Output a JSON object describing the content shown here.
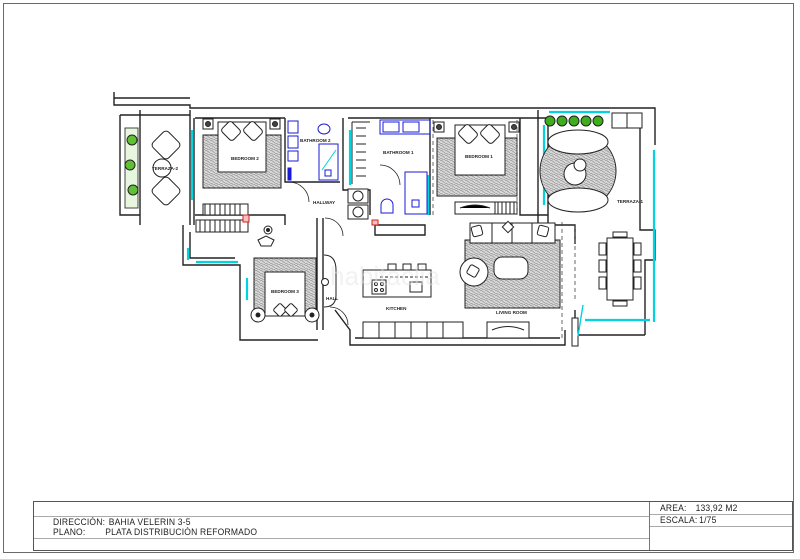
{
  "drawing": {
    "type": "floor-plan",
    "rooms": [
      {
        "id": "terraza-2",
        "label": "TERRAZA-2"
      },
      {
        "id": "bedroom-2",
        "label": "BEDROOM 2"
      },
      {
        "id": "bathroom-2",
        "label": "BATHROOM 2"
      },
      {
        "id": "bathroom-1",
        "label": "BATHROOM 1"
      },
      {
        "id": "bedroom-1",
        "label": "BEDROOM 1"
      },
      {
        "id": "terraza-1",
        "label": "TERRAZA-1"
      },
      {
        "id": "hallway",
        "label": "HALLWAY"
      },
      {
        "id": "bedroom-3",
        "label": "BEDROOM 3"
      },
      {
        "id": "hall",
        "label": "HALL"
      },
      {
        "id": "kitchen",
        "label": "KITCHEN"
      },
      {
        "id": "living-room",
        "label": "LIVING ROOM"
      }
    ],
    "colors": {
      "wall": "#222222",
      "glazing": "#00d4e0",
      "sanitary": "#1a1ad6",
      "plants": "#3fae1e",
      "rug_hatch": "#9a9a9a",
      "marker": "#d42020"
    },
    "watermark": "habitaclia"
  },
  "title_block": {
    "address_label": "DIRECCIÓN:",
    "address_value": "BAHIA VELERIN 3-5",
    "plan_label": "PLANO:",
    "plan_value": "PLATA DISTRIBUCIÓN REFORMADO",
    "area_label": "AREA:",
    "area_value": "133,92 M2",
    "scale_label": "ESCALA:",
    "scale_value": "1/75"
  }
}
